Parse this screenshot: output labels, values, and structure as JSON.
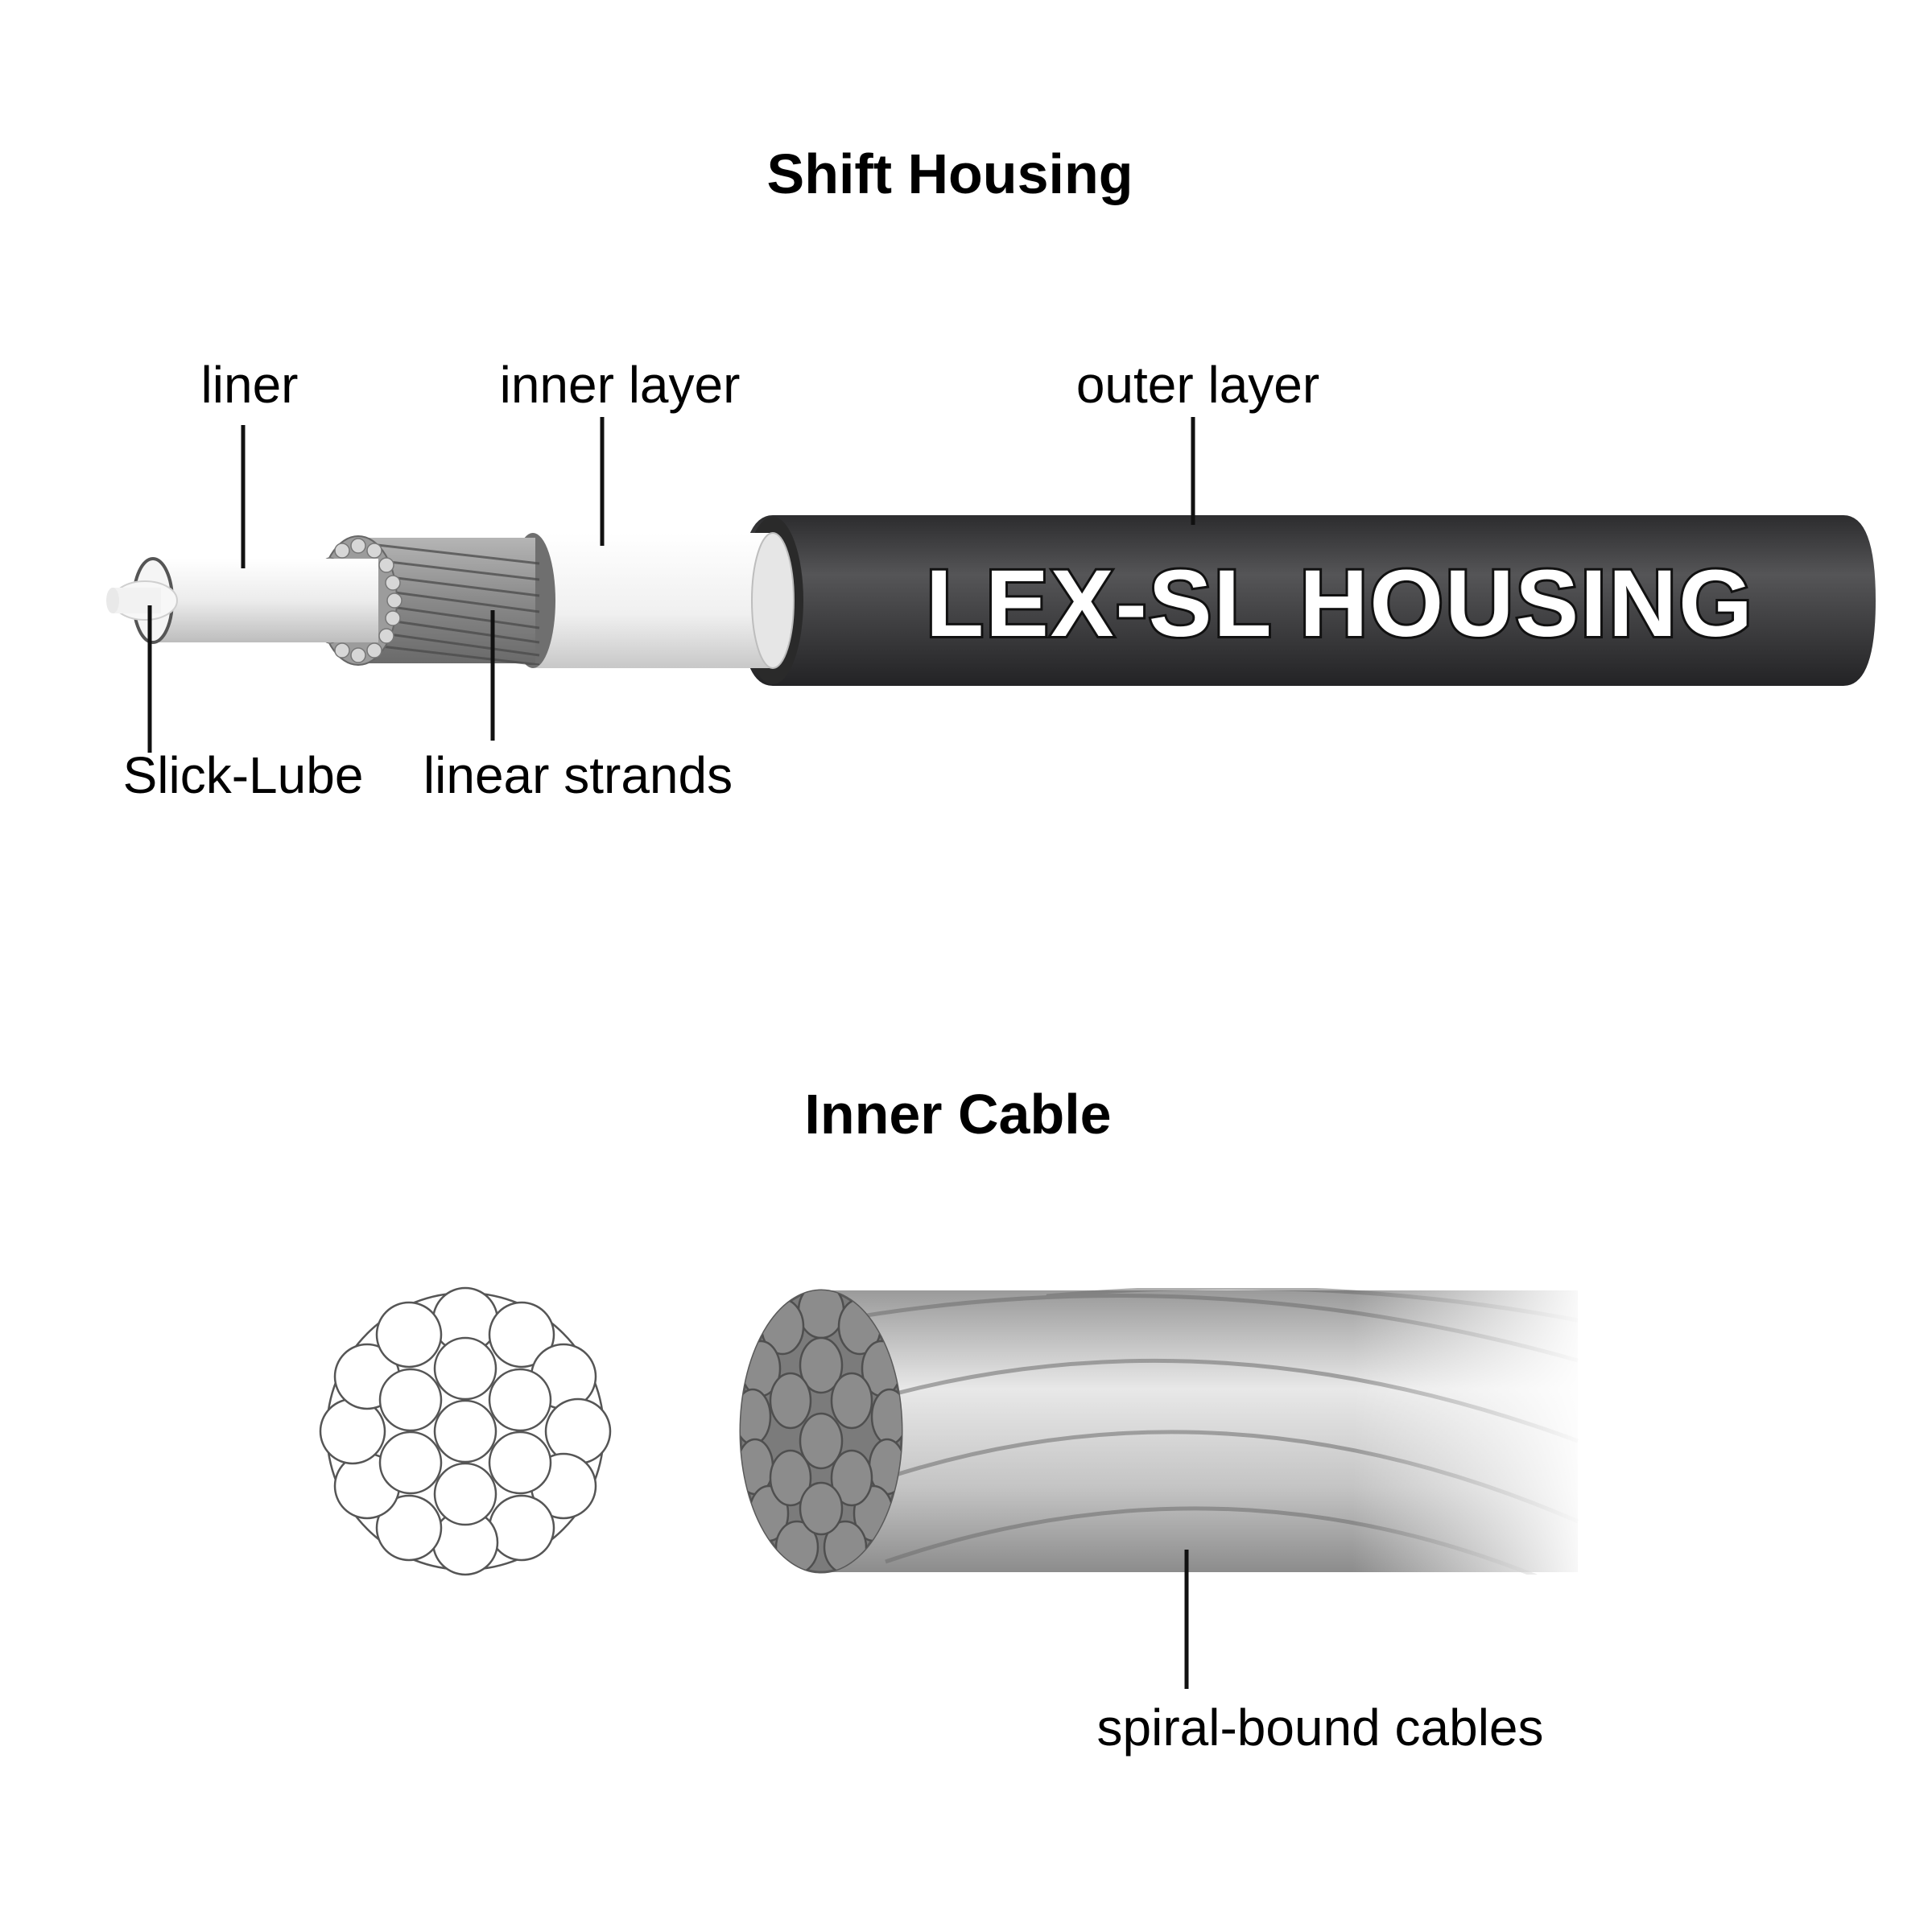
{
  "diagram": {
    "housing": {
      "title": "Shift Housing",
      "brand_text": "LEX-SL HOUSING",
      "labels": {
        "liner": "liner",
        "inner_layer": "inner layer",
        "outer_layer": "outer layer",
        "slick_lube": "Slick-Lube",
        "linear_strands": "linear strands"
      }
    },
    "cable": {
      "title": "Inner Cable",
      "labels": {
        "spiral_bound": "spiral-bound cables"
      }
    },
    "colors": {
      "outer_jacket": "#3b3b3d",
      "inner_layer": "#f2f2f2",
      "strands": "#8f8f8f",
      "liner": "#e4e4e4",
      "cable_face": "#7a7a7a",
      "cable_body": "#bdbdbd"
    }
  }
}
